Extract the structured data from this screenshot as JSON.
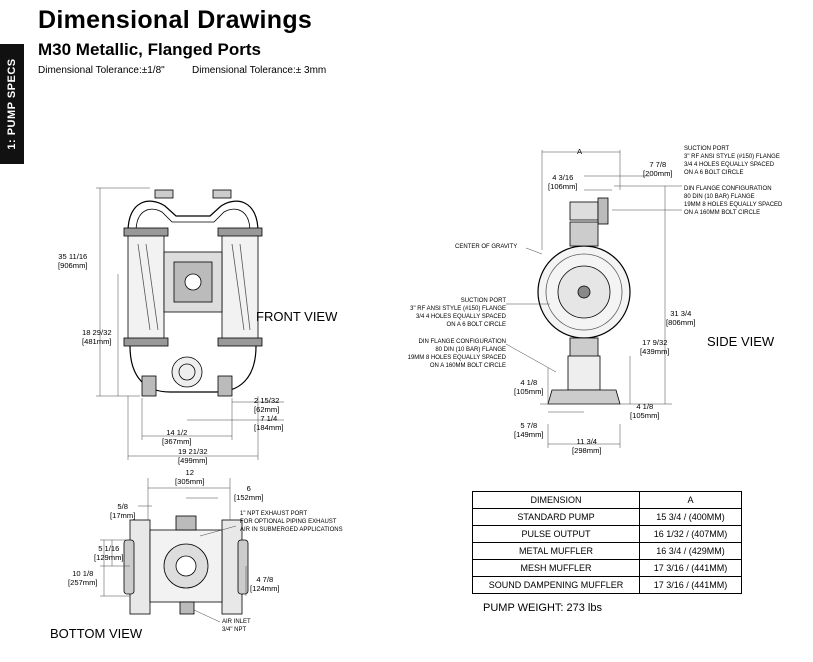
{
  "header": {
    "title": "Dimensional Drawings",
    "subtitle": "M30 Metallic, Flanged Ports",
    "tolerance_in": "Dimensional Tolerance:±1/8\"",
    "tolerance_mm": "Dimensional Tolerance:± 3mm"
  },
  "side_tab": "1: PUMP SPECS",
  "front_view": {
    "label": "FRONT VIEW",
    "dims": {
      "overall_height": [
        "35  11/16",
        "[906mm]"
      ],
      "port_height": [
        "18  29/32",
        "[481mm]"
      ],
      "foot_offset": [
        "2  15/32",
        "[62mm]"
      ],
      "half_base": [
        "7  1/4",
        "[184mm]"
      ],
      "foot_span": [
        "14  1/2",
        "[367mm]"
      ],
      "overall_width": [
        "19  21/32",
        "[499mm]"
      ]
    }
  },
  "side_view": {
    "label": "SIDE VIEW",
    "dims": {
      "a": "A",
      "flange_offset": [
        "7  7/8",
        "[200mm]"
      ],
      "flange_reach": [
        "4  3/16",
        "[106mm]"
      ],
      "outlet_height": [
        "31  3/4",
        "[806mm]"
      ],
      "inlet_height": [
        "17  9/32",
        "[439mm]"
      ],
      "base_height": [
        "4  1/8",
        "[105mm]"
      ],
      "base_half": [
        "4  1/8",
        "[105mm]"
      ],
      "base_offset": [
        "5  7/8",
        "[149mm]"
      ],
      "base_width": [
        "11  3/4",
        "[298mm]"
      ]
    },
    "notes": {
      "suction_port_top": [
        "SUCTION PORT",
        "3\" RF ANSI STYLE (#150) FLANGE",
        "3/4 4 HOLES EQUALLY SPACED",
        "ON A 6 BOLT CIRCLE"
      ],
      "din_top": [
        "DIN FLANGE CONFIGURATION",
        "80 DIN (10 BAR) FLANGE",
        "19MM 8 HOLES EQUALLY SPACED",
        "ON A 160MM BOLT CIRCLE"
      ],
      "center_of_gravity": "CENTER OF GRAVITY",
      "suction_port_left": [
        "SUCTION PORT",
        "3\" RF ANSI STYLE (#150) FLANGE",
        "3/4 4 HOLES EQUALLY SPACED",
        "ON A 6 BOLT CIRCLE"
      ],
      "din_left": [
        "DIN FLANGE CONFIGURATION",
        "80 DIN (10 BAR) FLANGE",
        "19MM 8 HOLES EQUALLY SPACED",
        "ON A 160MM BOLT CIRCLE"
      ]
    }
  },
  "bottom_view": {
    "label": "BOTTOM VIEW",
    "dims": {
      "overall": [
        "12",
        "[305mm]"
      ],
      "exhaust_offset": [
        "6",
        "[152mm]"
      ],
      "left_offset": [
        "5/8",
        "[17mm]"
      ],
      "half_depth": [
        "5  1/16",
        "[129mm]"
      ],
      "depth": [
        "10  1/8",
        "[257mm]"
      ],
      "air_inlet": [
        "4  7/8",
        "[124mm]"
      ]
    },
    "notes": {
      "exhaust": [
        "1\" NPT EXHAUST PORT",
        "FOR OPTIONAL PIPING EXHAUST",
        "AIR IN SUBMERGED APPLICATIONS"
      ],
      "air_inlet": [
        "AIR INLET",
        "3/4\" NPT"
      ]
    }
  },
  "dimension_table": {
    "headers": [
      "DIMENSION",
      "A"
    ],
    "rows": [
      [
        "STANDARD PUMP",
        "15 3/4 / (400MM)"
      ],
      [
        "PULSE OUTPUT",
        "16 1/32 / (407MM)"
      ],
      [
        "METAL MUFFLER",
        "16 3/4 / (429MM)"
      ],
      [
        "MESH MUFFLER",
        "17 3/16 / (441MM)"
      ],
      [
        "SOUND DAMPENING MUFFLER",
        "17 3/16 / (441MM)"
      ]
    ]
  },
  "pump_weight": "PUMP WEIGHT: 273 lbs"
}
